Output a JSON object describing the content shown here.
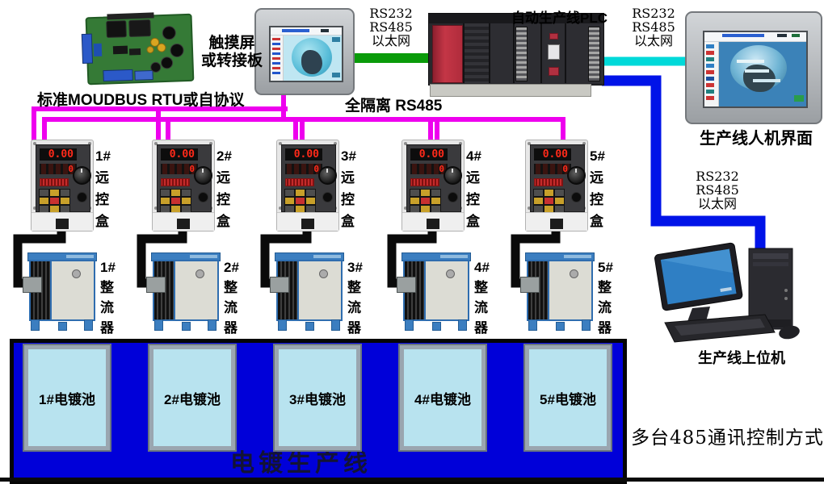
{
  "labels": {
    "touch_line1": "触摸屏",
    "touch_line2": "或转接板",
    "modbus": "标准MOUDBUS RTU或自协议",
    "isolation": "全隔离 RS485",
    "plc": "自动生产线PLC",
    "hmi": "生产线人机界面",
    "pc": "生产线上位机",
    "bottom_right": "多台485通讯控制方式",
    "plating_line": "电镀生产线",
    "rs_group": [
      "RS232",
      "RS485",
      "以太网"
    ]
  },
  "devices": {
    "remote_boxes": [
      {
        "num": "1#",
        "name": "远控盒",
        "display_top": "0.00",
        "display_bottom": "0"
      },
      {
        "num": "2#",
        "name": "远控盒",
        "display_top": "0.00",
        "display_bottom": "0"
      },
      {
        "num": "3#",
        "name": "远控盒",
        "display_top": "0.00",
        "display_bottom": "0"
      },
      {
        "num": "4#",
        "name": "远控盒",
        "display_top": "0.00",
        "display_bottom": "0"
      },
      {
        "num": "5#",
        "name": "远控盒",
        "display_top": "0.00",
        "display_bottom": "0"
      }
    ],
    "rectifiers": [
      {
        "num": "1#",
        "name": "整流器"
      },
      {
        "num": "2#",
        "name": "整流器"
      },
      {
        "num": "3#",
        "name": "整流器"
      },
      {
        "num": "4#",
        "name": "整流器"
      },
      {
        "num": "5#",
        "name": "整流器"
      }
    ],
    "tanks": [
      {
        "label": "1#电镀池"
      },
      {
        "label": "2#电镀池"
      },
      {
        "label": "3#电镀池"
      },
      {
        "label": "4#电镀池"
      },
      {
        "label": "5#电镀池"
      }
    ]
  },
  "colors": {
    "modbus_bus": "#ee00ee",
    "ethernet_green": "#0a9b0a",
    "ethernet_cyan": "#00d9d9",
    "rs485_blue": "#0013e8",
    "cable_black": "#0a0a0a",
    "pool_area": "#0000d9",
    "tank_fill": "#b8e3ef"
  }
}
